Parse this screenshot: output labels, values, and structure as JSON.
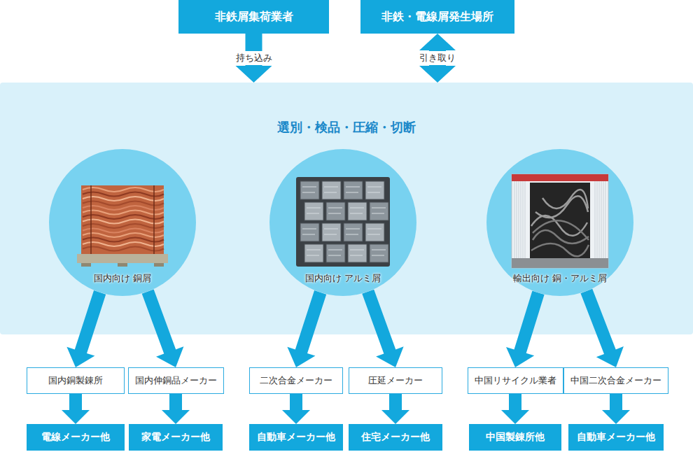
{
  "diagram": {
    "nodes": [
      {
        "text": [
          "非鉄屑集荷業者"
        ]
      },
      {
        "text": [
          "非鉄・電線屑発生場所"
        ]
      },
      {
        "text": [
          "選別・検品・圧縮・切断"
        ]
      },
      {
        "text": [
          "国内向け 銅屑"
        ],
        "in": 2
      },
      {
        "text": [
          "国内向け アルミ屑"
        ],
        "in": 2
      },
      {
        "text": [
          "輸出向け 銅・アルミ屑"
        ],
        "in": 2
      },
      {
        "text": [
          "国内銅製錬所"
        ]
      },
      {
        "text": [
          "国内伸銅品メーカー"
        ]
      },
      {
        "text": [
          "二次合金メーカー"
        ]
      },
      {
        "text": [
          "圧延メーカー"
        ]
      },
      {
        "text": [
          "中国リサイクル業者"
        ]
      },
      {
        "text": [
          "中国二次合金メーカー"
        ]
      },
      {
        "text": [
          "電線メーカー他"
        ]
      },
      {
        "text": [
          "家電メーカー他"
        ]
      },
      {
        "text": [
          "自動車メーカー他"
        ]
      },
      {
        "text": [
          "住宅メーカー他"
        ]
      },
      {
        "text": [
          "中国製錬所他"
        ]
      },
      {
        "text": [
          "自動車メーカー他"
        ]
      }
    ],
    "edges": [
      {
        "from": 0,
        "to": 2,
        "label": "持ち込み",
        "arrow": "to"
      },
      {
        "from": 1,
        "to": 2,
        "label": "引き取り",
        "arrow": "both"
      },
      {
        "from": 3,
        "to": 6,
        "arrow": "to"
      },
      {
        "from": 3,
        "to": 7,
        "arrow": "to"
      },
      {
        "from": 4,
        "to": 8,
        "arrow": "to"
      },
      {
        "from": 4,
        "to": 9,
        "arrow": "to"
      },
      {
        "from": 5,
        "to": 10,
        "arrow": "to"
      },
      {
        "from": 5,
        "to": 11,
        "arrow": "to"
      },
      {
        "from": 6,
        "to": 12,
        "arrow": "to"
      },
      {
        "from": 7,
        "to": 13,
        "arrow": "to"
      },
      {
        "from": 8,
        "to": 14,
        "arrow": "to"
      },
      {
        "from": 9,
        "to": 15,
        "arrow": "to"
      },
      {
        "from": 10,
        "to": 16,
        "arrow": "to"
      },
      {
        "from": 11,
        "to": 17,
        "arrow": "to"
      }
    ]
  }
}
